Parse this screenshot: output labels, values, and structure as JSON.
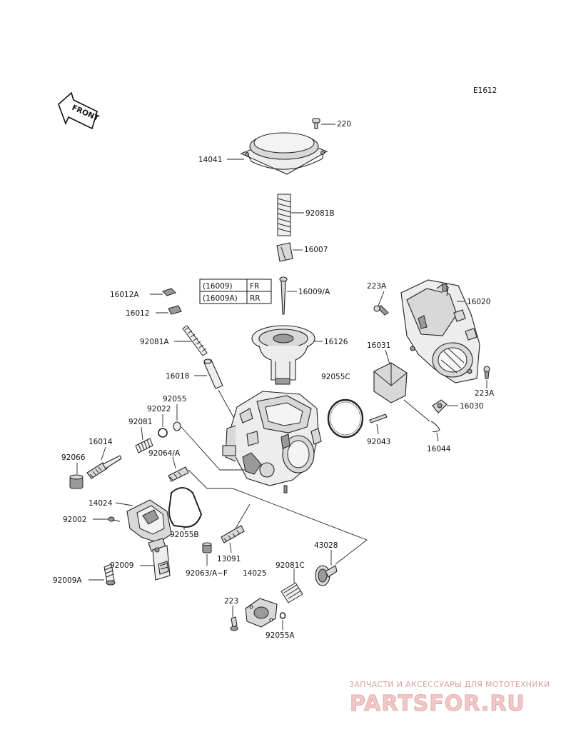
{
  "diagram_code": "E1612",
  "front_arrow_text": "FRONT",
  "labels": {
    "p220": "220",
    "p14041": "14041",
    "p92081B": "92081B",
    "p16007": "16007",
    "p16009A": "16009/A",
    "p223A_top": "223A",
    "p16020": "16020",
    "p16012A": "16012A",
    "p16012": "16012",
    "p16126": "16126",
    "p92081A": "92081A",
    "p16031": "16031",
    "p16018": "16018",
    "p92055C": "92055C",
    "p223A_bottom": "223A",
    "p92055": "92055",
    "p16030": "16030",
    "p92022": "92022",
    "p92081": "92081",
    "p92043": "92043",
    "p16044": "16044",
    "p16014": "16014",
    "p92064A": "92064/A",
    "p92066": "92066",
    "p14024": "14024",
    "p92002": "92002",
    "p92055B": "92055B",
    "p43028": "43028",
    "p13091": "13091",
    "p92009": "92009",
    "p92081C": "92081C",
    "p92063AF": "92063/A~F",
    "p14025": "14025",
    "p92009A": "92009A",
    "p223": "223",
    "p92055A": "92055A"
  },
  "variant_table": {
    "rows": [
      {
        "part": "(16009)",
        "position": "FR"
      },
      {
        "part": "(16009A)",
        "position": "RR"
      }
    ]
  },
  "watermark": {
    "tagline": "ЗАПЧАСТИ И АКСЕССУАРЫ ДЛЯ МОТОТЕХНИКИ",
    "brand": "PARTSFOR.RU"
  }
}
